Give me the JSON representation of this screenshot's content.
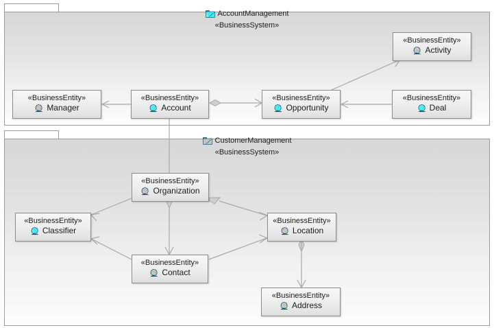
{
  "diagram": {
    "type": "uml-package-diagram",
    "background": "#ffffff",
    "line_color": "#a8a8a8",
    "node_border": "#8c8c8c"
  },
  "packages": [
    {
      "id": "account-management",
      "name": "AccountManagement",
      "stereotype": "«BusinessSystem»",
      "icon": "package-folder-icon"
    },
    {
      "id": "customer-management",
      "name": "CustomerManagement",
      "stereotype": "«BusinessSystem»",
      "icon": "package-folder-icon"
    }
  ],
  "nodes": [
    {
      "id": "manager",
      "stereotype": "«BusinessEntity»",
      "name": "Manager",
      "icon": "business-entity-icon"
    },
    {
      "id": "account",
      "stereotype": "«BusinessEntity»",
      "name": "Account",
      "icon": "business-entity-icon"
    },
    {
      "id": "opportunity",
      "stereotype": "«BusinessEntity»",
      "name": "Opportunity",
      "icon": "business-entity-icon"
    },
    {
      "id": "deal",
      "stereotype": "«BusinessEntity»",
      "name": "Deal",
      "icon": "business-entity-icon"
    },
    {
      "id": "activity",
      "stereotype": "«BusinessEntity»",
      "name": "Activity",
      "icon": "business-entity-icon"
    },
    {
      "id": "organization",
      "stereotype": "«BusinessEntity»",
      "name": "Organization",
      "icon": "business-entity-icon"
    },
    {
      "id": "classifier",
      "stereotype": "«BusinessEntity»",
      "name": "Classifier",
      "icon": "business-entity-icon"
    },
    {
      "id": "location",
      "stereotype": "«BusinessEntity»",
      "name": "Location",
      "icon": "business-entity-icon"
    },
    {
      "id": "contact",
      "stereotype": "«BusinessEntity»",
      "name": "Contact",
      "icon": "business-entity-icon"
    },
    {
      "id": "address",
      "stereotype": "«BusinessEntity»",
      "name": "Address",
      "icon": "business-entity-icon"
    }
  ],
  "edges": [
    {
      "from": "account",
      "to": "manager",
      "kind": "association",
      "arrow": "open",
      "diamond": "none"
    },
    {
      "from": "account",
      "to": "opportunity",
      "kind": "aggregation",
      "arrow": "open",
      "diamond": "source"
    },
    {
      "from": "deal",
      "to": "opportunity",
      "kind": "association",
      "arrow": "open",
      "diamond": "none"
    },
    {
      "from": "opportunity",
      "to": "activity",
      "kind": "association",
      "arrow": "open",
      "diamond": "none"
    },
    {
      "from": "account",
      "to": "organization",
      "kind": "association",
      "arrow": "none",
      "diamond": "none"
    },
    {
      "from": "organization",
      "to": "classifier",
      "kind": "association",
      "arrow": "open",
      "diamond": "none"
    },
    {
      "from": "organization",
      "to": "location",
      "kind": "aggregation",
      "arrow": "open",
      "diamond": "source"
    },
    {
      "from": "organization",
      "to": "contact",
      "kind": "aggregation",
      "arrow": "open",
      "diamond": "source"
    },
    {
      "from": "contact",
      "to": "classifier",
      "kind": "association",
      "arrow": "open",
      "diamond": "none"
    },
    {
      "from": "contact",
      "to": "location",
      "kind": "association",
      "arrow": "open",
      "diamond": "none"
    },
    {
      "from": "location",
      "to": "address",
      "kind": "aggregation",
      "arrow": "open",
      "diamond": "source"
    }
  ]
}
